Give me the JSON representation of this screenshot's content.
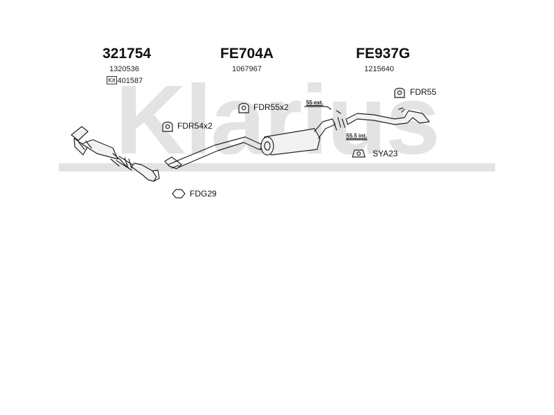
{
  "watermark": {
    "text": "Klarius",
    "color": "#e3e3e3"
  },
  "columns": [
    {
      "code": "321754",
      "oem": "1320536",
      "kit_label": "Kit",
      "kit_number": "401587"
    },
    {
      "code": "FE704A",
      "oem": "1067967"
    },
    {
      "code": "FE937G",
      "oem": "1215640"
    }
  ],
  "fittings": [
    {
      "code": "FDR55x2",
      "icon": "rubber-hanger-icon"
    },
    {
      "code": "FDR54x2",
      "icon": "rubber-hanger-icon"
    },
    {
      "code": "FDR55",
      "icon": "rubber-hanger-icon"
    },
    {
      "code": "SYA23",
      "icon": "mounting-bracket-icon"
    },
    {
      "code": "FDG29",
      "icon": "gasket-icon"
    }
  ],
  "notes": {
    "ext": "55 ext.",
    "int": "55.5 int."
  },
  "colors": {
    "line": "#222222",
    "fill": "#f2f2f2"
  }
}
